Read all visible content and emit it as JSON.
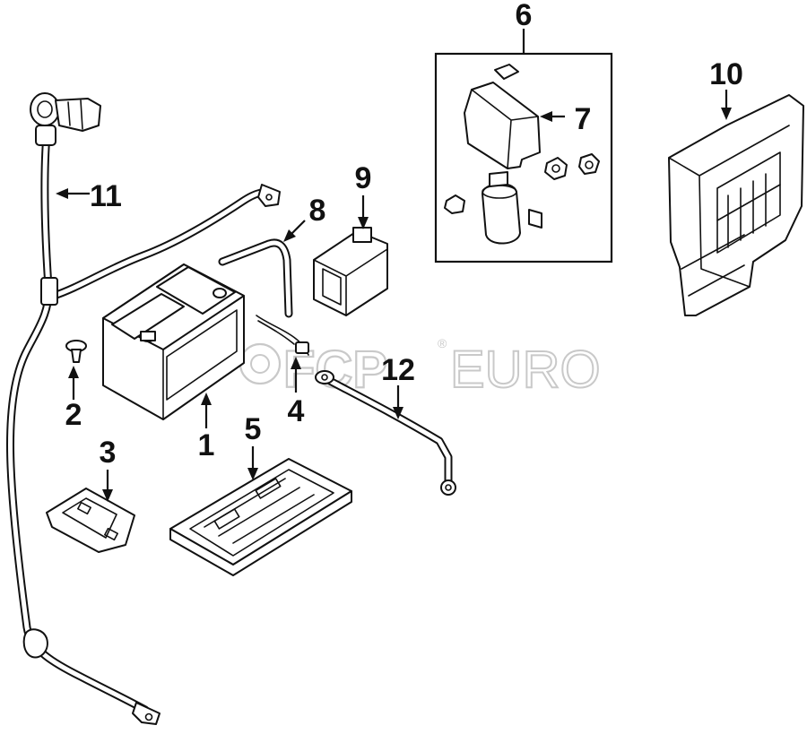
{
  "callouts": {
    "c1": "1",
    "c2": "2",
    "c3": "3",
    "c4": "4",
    "c5": "5",
    "c6": "6",
    "c7": "7",
    "c8": "8",
    "c9": "9",
    "c10": "10",
    "c11": "11",
    "c12": "12"
  },
  "watermark": {
    "brand_part1": "FCP",
    "brand_part2": "EURO",
    "registered": "®"
  }
}
